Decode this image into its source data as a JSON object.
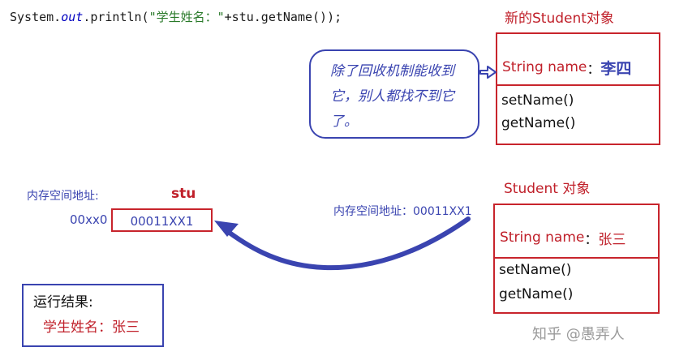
{
  "code": {
    "prefix": "System.",
    "out": "out",
    "mid": ".println(",
    "string": "\"学生姓名：\"",
    "suffix": "+stu.getName());"
  },
  "new_object": {
    "title": "新的Student对象",
    "field_label": "String name",
    "colon": "：",
    "field_value": "李四",
    "methods": [
      "setName()",
      "getName()"
    ]
  },
  "bubble": {
    "lines": [
      "除了回收机制能收到",
      "它，别人都找不到它",
      "了。"
    ]
  },
  "stack": {
    "memory_label": "内存空间地址:",
    "address": "00xx0",
    "var_name": "stu",
    "value": "00011XX1"
  },
  "old_object": {
    "title": "Student 对象",
    "memory_label": "内存空间地址：00011XX1",
    "field_label": "String name",
    "colon": "：",
    "field_value": "张三",
    "methods": [
      "setName()",
      "getName()"
    ]
  },
  "result": {
    "header": "运行结果:",
    "value": "学生姓名：张三"
  },
  "watermark": "知乎 @愚弄人",
  "colors": {
    "red": "#c8242c",
    "blue": "#3a44b0"
  }
}
